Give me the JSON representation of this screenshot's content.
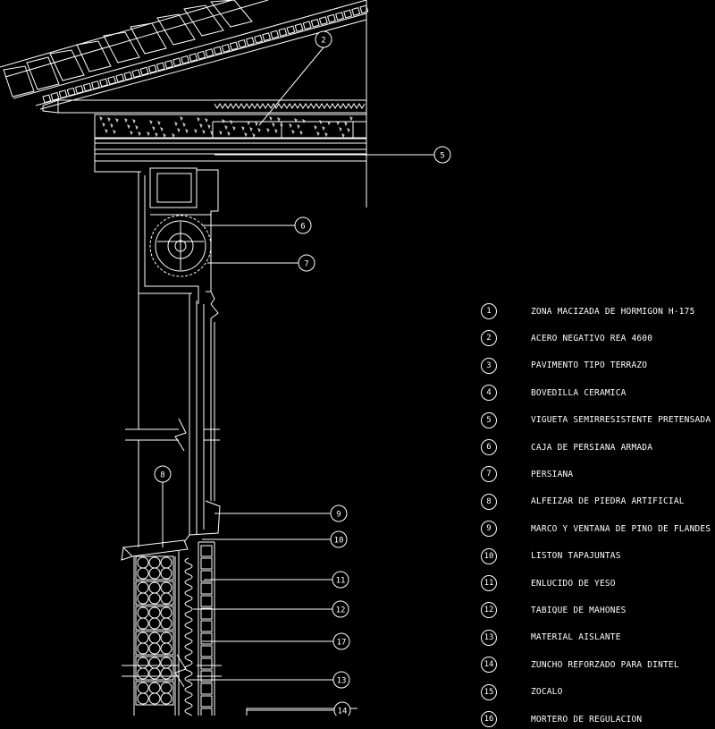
{
  "diagram": {
    "callouts": [
      "2",
      "5",
      "6",
      "7",
      "8",
      "9",
      "10",
      "11",
      "12",
      "17",
      "13",
      "14"
    ],
    "legend": [
      {
        "num": "1",
        "text": "ZONA MACIZADA DE HORMIGON H-175"
      },
      {
        "num": "2",
        "text": "ACERO NEGATIVO REA 4600"
      },
      {
        "num": "3",
        "text": "PAVIMENTO TIPO TERRAZO"
      },
      {
        "num": "4",
        "text": "BOVEDILLA CERAMICA"
      },
      {
        "num": "5",
        "text": "VIGUETA SEMIRRESISTENTE PRETENSADA"
      },
      {
        "num": "6",
        "text": "CAJA DE PERSIANA ARMADA"
      },
      {
        "num": "7",
        "text": "PERSIANA"
      },
      {
        "num": "8",
        "text": "ALFEIZAR DE PIEDRA ARTIFICIAL"
      },
      {
        "num": "9",
        "text": "MARCO Y VENTANA DE PINO DE FLANDES"
      },
      {
        "num": "10",
        "text": "LISTON TAPAJUNTAS"
      },
      {
        "num": "11",
        "text": "ENLUCIDO DE YESO"
      },
      {
        "num": "12",
        "text": "TABIQUE DE MAHONES"
      },
      {
        "num": "13",
        "text": "MATERIAL AISLANTE"
      },
      {
        "num": "14",
        "text": "ZUNCHO REFORZADO PARA DINTEL"
      },
      {
        "num": "15",
        "text": "ZOCALO"
      },
      {
        "num": "16",
        "text": "MORTERO DE REGULACION"
      }
    ],
    "colors": {
      "background": "#000000",
      "line": "#ffffff",
      "hatch": "#cfcfcf"
    }
  }
}
